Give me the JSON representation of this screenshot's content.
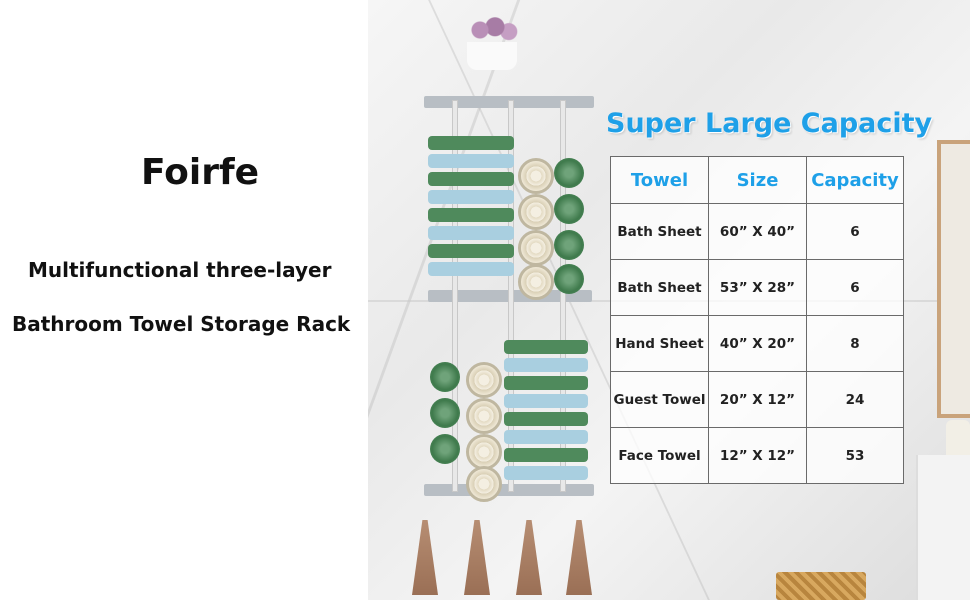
{
  "brand": "Foirfe",
  "subtitle_line1": "Multifunctional three-layer",
  "subtitle_line2": "Bathroom Towel Storage Rack",
  "capacity_title": "Super Large Capacity",
  "table": {
    "headers": [
      "Towel",
      "Size",
      "Capacity"
    ],
    "rows": [
      [
        "Bath Sheet",
        "60” X 40”",
        "6"
      ],
      [
        "Bath Sheet",
        "53” X 28”",
        "6"
      ],
      [
        "Hand Sheet",
        "40” X 20”",
        "8"
      ],
      [
        "Guest Towel",
        "20” X 12”",
        "24"
      ],
      [
        "Face Towel",
        "12” X 12”",
        "53"
      ]
    ]
  },
  "colors": {
    "title_blue": "#1ea0e8",
    "towel_green": "#4f8a5c",
    "towel_blue": "#a9cfe0",
    "rack_gray": "#b8bec4"
  }
}
